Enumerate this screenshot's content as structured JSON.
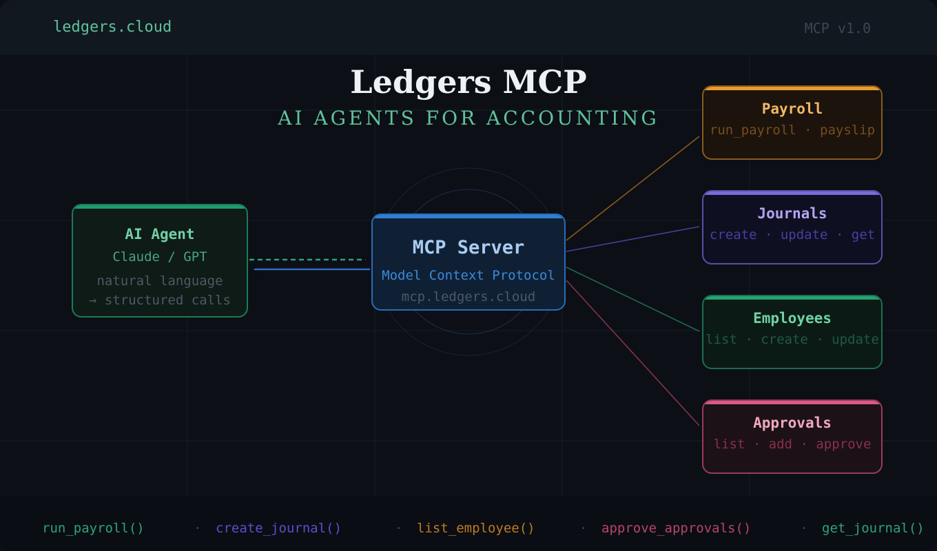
{
  "header": {
    "brand": "ledgers.cloud",
    "version": "MCP v1.0"
  },
  "title": "Ledgers MCP",
  "subtitle": "AI AGENTS FOR ACCOUNTING",
  "agent": {
    "name": "AI Agent",
    "models": "Claude / GPT",
    "desc_line1": "natural language",
    "desc_line2": "→ structured calls"
  },
  "server": {
    "name": "MCP Server",
    "protocol": "Model Context Protocol",
    "host": "mcp.ledgers.cloud"
  },
  "services": {
    "payroll": {
      "name": "Payroll",
      "ops": "run_payroll · payslip"
    },
    "journals": {
      "name": "Journals",
      "ops": "create · update · get"
    },
    "employees": {
      "name": "Employees",
      "ops": "list · create · update"
    },
    "approvals": {
      "name": "Approvals",
      "ops": "list · add · approve"
    }
  },
  "footer": {
    "calls": [
      "run_payroll()",
      "create_journal()",
      "list_employee()",
      "approve_approvals()",
      "get_journal()"
    ],
    "separator": "·"
  },
  "colors": {
    "green": "#5fc29a",
    "blue": "#2f7fd0",
    "amber": "#e89a32",
    "purple": "#7a6ad8",
    "pink": "#d95b86"
  }
}
